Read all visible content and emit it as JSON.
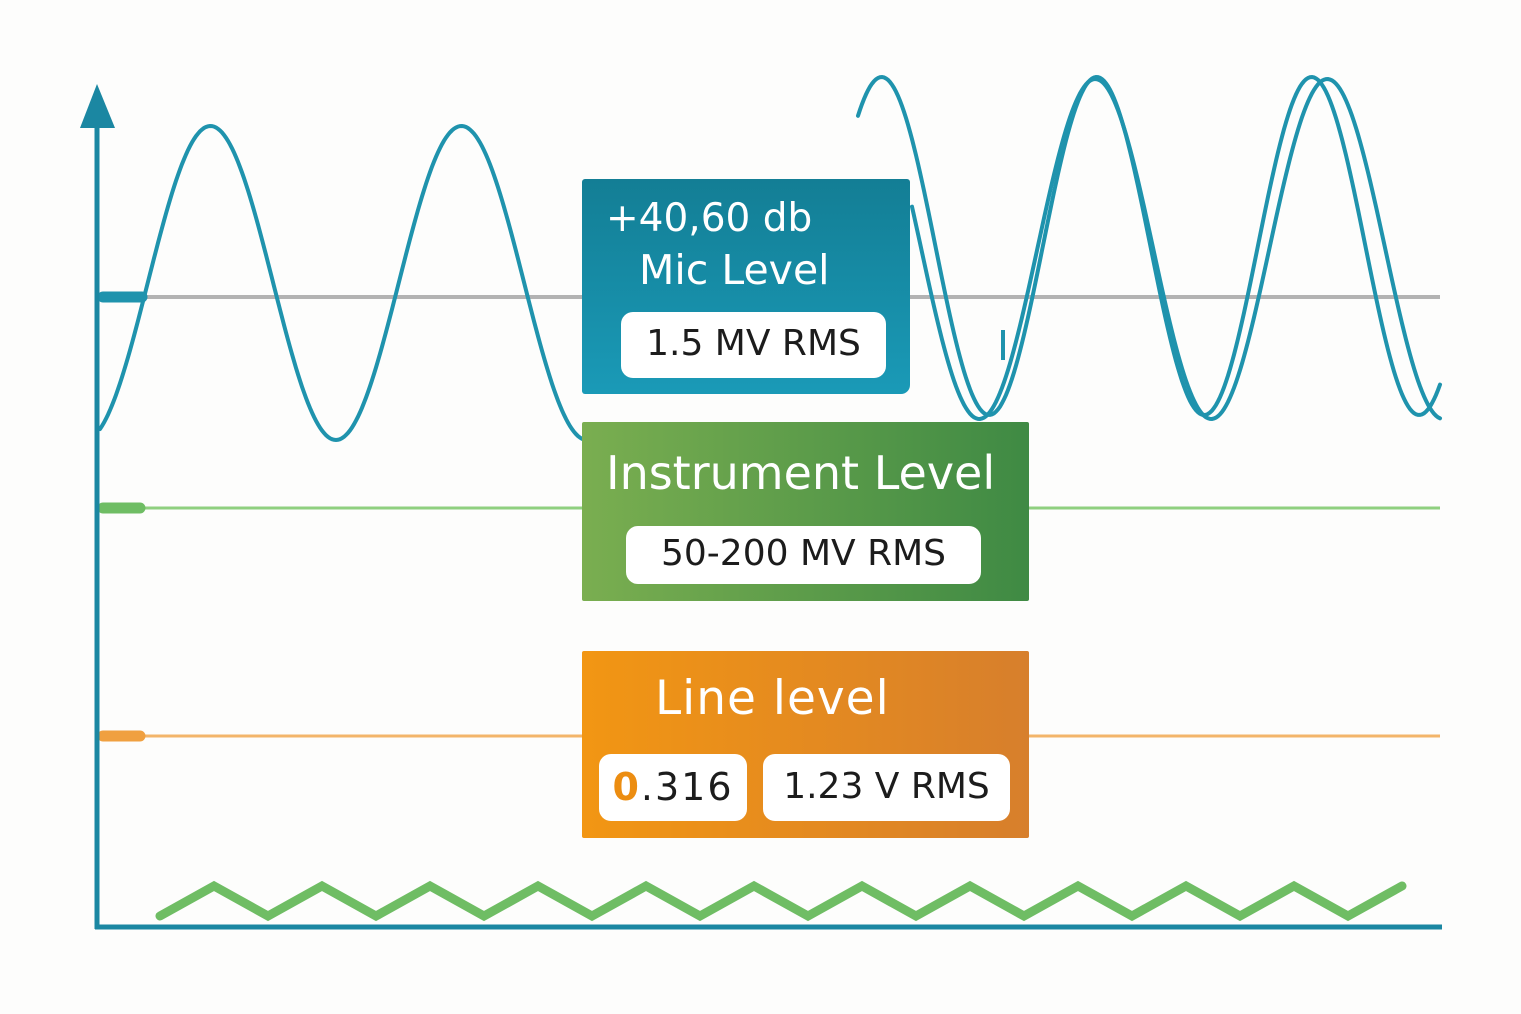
{
  "colors": {
    "axis": "#1b87a2",
    "teal": "#1f93ad",
    "green": "#6fbd64",
    "orange": "#f0a040",
    "mic_panel_top": "#137e95",
    "mic_panel_bottom": "#1a9ab7",
    "instrument_panel_left": "#7aae50",
    "instrument_panel_right": "#3f8a44",
    "line_panel_left": "#f29613",
    "line_panel_right": "#d77f2c"
  },
  "levels": {
    "mic": {
      "gain": "+40,60 db",
      "title": "Mic Level",
      "voltage": "1.5 MV RMS"
    },
    "instrument": {
      "title": "Instrument Level",
      "voltage": "50-200 MV RMS"
    },
    "line": {
      "title": "Line level",
      "value_first_digit": "0",
      "value_rest": ".316",
      "voltage": "1.23 V RMS"
    }
  }
}
